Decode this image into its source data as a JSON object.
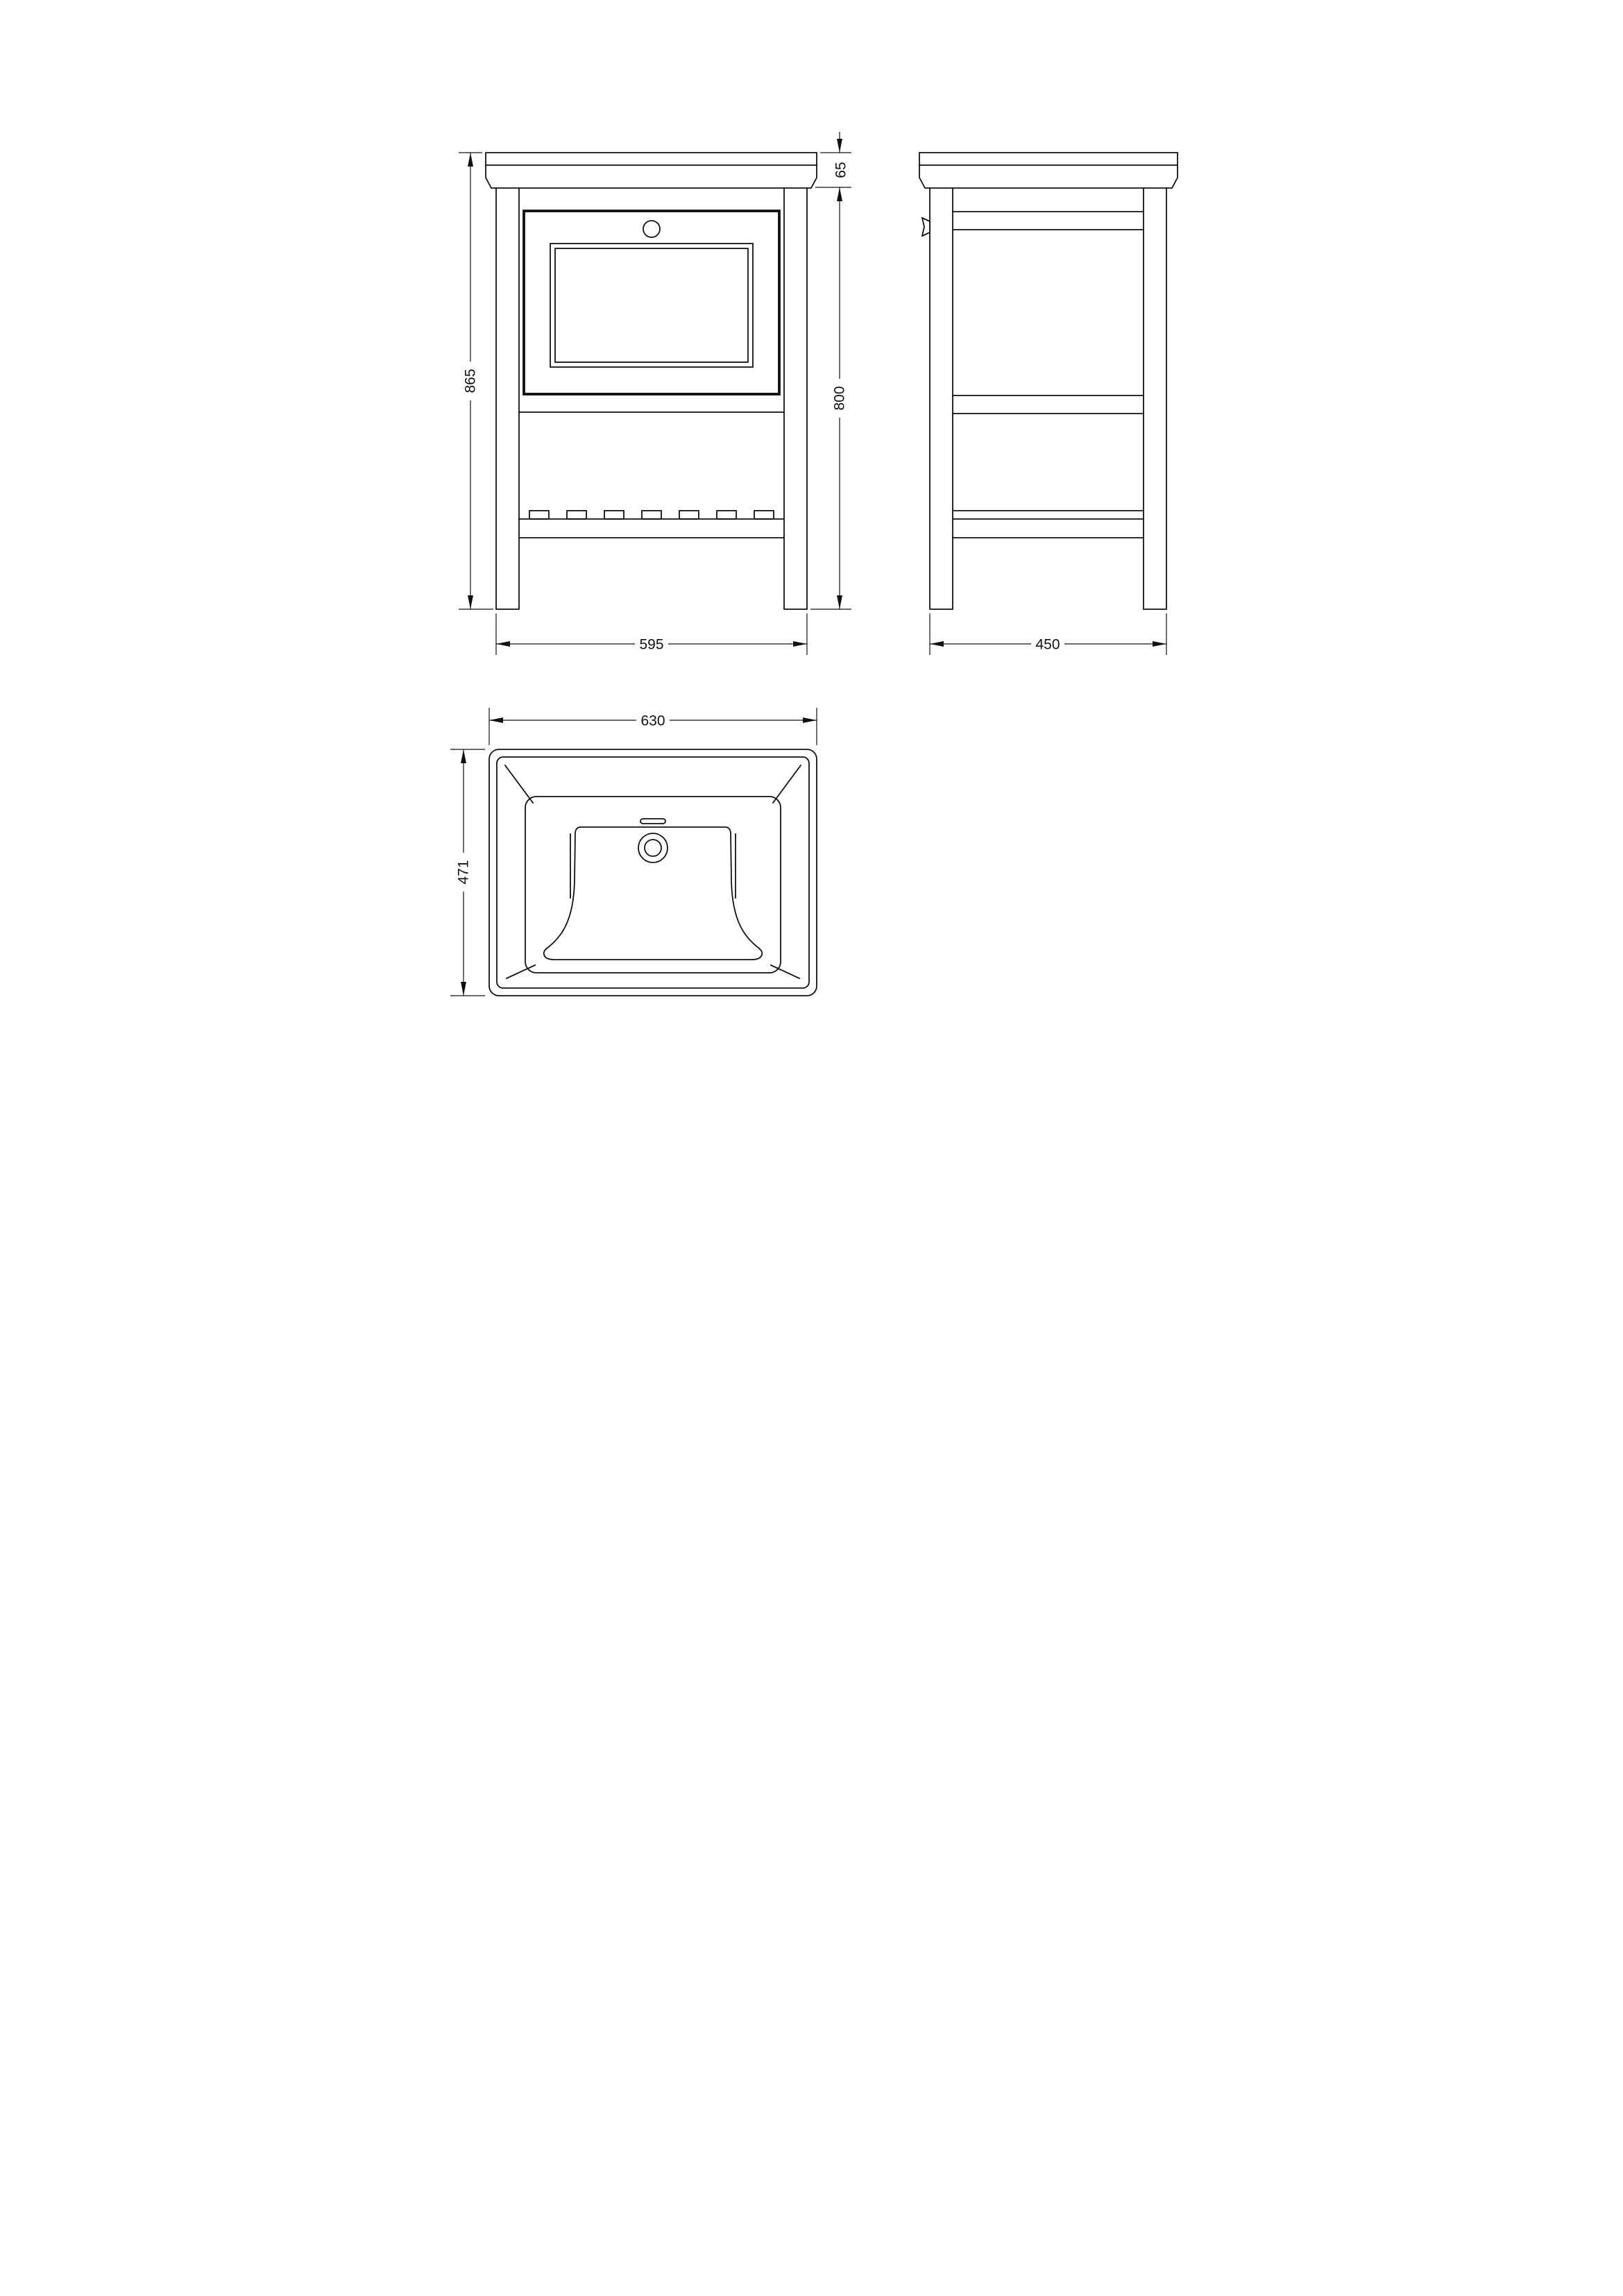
{
  "colors": {
    "line": "#111111",
    "background": "#ffffff"
  },
  "dimensions": {
    "front": {
      "overall_height": "865",
      "top_thickness": "65",
      "body_height": "800",
      "width": "595"
    },
    "side": {
      "depth": "450"
    },
    "basin": {
      "width": "630",
      "depth": "471"
    }
  }
}
